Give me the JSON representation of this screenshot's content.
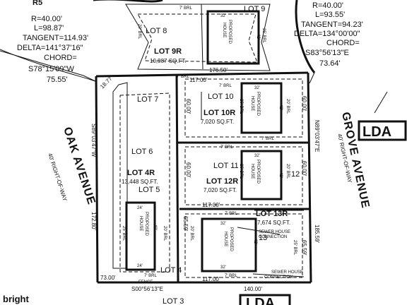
{
  "corner": "R5",
  "curve_left": {
    "radius": "R=40.00'",
    "length": "L=98.87'",
    "tangent": "TANGENT=114.93'",
    "delta": "DELTA=141°37'16\"",
    "chord_label": "CHORD=",
    "chord_value": "S78°15'09\"W",
    "chord_length": "75.55'"
  },
  "curve_right": {
    "radius": "R=40.00'",
    "length": "L=93.55'",
    "tangent": "TANGENT=94.23'",
    "delta": "DELTA=134°00'00\"",
    "chord_label": "CHORD=",
    "chord_value": "S83°56'13\"E",
    "chord_length": "73.64'"
  },
  "streets": {
    "oak": "OAK AVENUE",
    "oak_row": "40' RIGHT-OF-WAY",
    "grove": "GROVE AVENUE",
    "grove_row": "40' RIGHT-OF-WAY"
  },
  "lda": "LDA",
  "lots": {
    "lot8": "LOT 8",
    "lot9": "LOT 9",
    "lot9r": "LOT 9R",
    "lot9r_area": "10,987 SQ.FT.",
    "lot7": "LOT 7",
    "lot10": "LOT 10",
    "lot10r": "LOT 10R",
    "lot10r_area": "7,020 SQ.FT.",
    "lot6": "LOT 6",
    "lot4r": "LOT 4R",
    "lot4r_area": "13,448 SQ.FT.",
    "lot5": "LOT 5",
    "lot11": "LOT 11",
    "lot12r": "LOT 12R",
    "lot12r_area": "7,020 SQ.FT.",
    "lot12": "12",
    "lot13r": "LOT 13R",
    "lot13r_area": "7,674 SQ.FT.",
    "lot13": "13",
    "lot4": "LOT 4",
    "lot3": "LOT 3"
  },
  "dims": {
    "d176": "176.50'",
    "d117a": "117.00'",
    "d117b": "117.00'",
    "d117c": "117.00'",
    "d60a": "60.00'",
    "d60b": "60.00'",
    "d60c": "60.00'",
    "d60d": "60.00'",
    "d1877": "18.77'",
    "d17280": "172.80'",
    "d7300": "73.00'",
    "d14000": "140.00'",
    "d18559": "185.59'",
    "d6559a": "65.59'",
    "d6559b": "65.59'",
    "bearing_west": "S89°03'47\"W",
    "bearing_east": "N89°03'47\"E",
    "bearing_south": "S00°56'13\"E"
  },
  "house": {
    "line1": "PROPOSED",
    "line2": "HOUSE",
    "w32": "32'",
    "w24": "24'",
    "d42": "42'",
    "d40": "40'"
  },
  "setbacks": {
    "b7": "7' BRL",
    "b20": "20' BRL",
    "b25": "25' BRL"
  },
  "sewer": "SEWER HOUSE",
  "connection": "CONNECTION",
  "fence": "FENCE",
  "watermark": "bright"
}
